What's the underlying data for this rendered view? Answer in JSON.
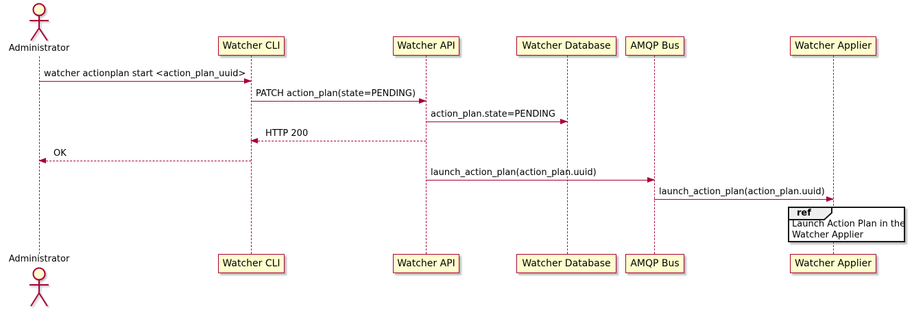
{
  "diagram_type": "plantuml-sequence",
  "colors": {
    "participant_fill": "#FEFECE",
    "participant_border": "#A80036",
    "arrow": "#A80036",
    "lifeline": "#A80036",
    "ref_tab_fill": "#EEEEEE",
    "ref_border": "#181818",
    "text": "#000000"
  },
  "actor": {
    "label": "Administrator"
  },
  "participants": [
    {
      "label": "Watcher CLI"
    },
    {
      "label": "Watcher API"
    },
    {
      "label": "Watcher Database"
    },
    {
      "label": "AMQP Bus"
    },
    {
      "label": "Watcher Applier"
    }
  ],
  "messages": [
    {
      "from": "Administrator",
      "to": "Watcher CLI",
      "style": "solid",
      "direction": "right",
      "label": "watcher actionplan start <action_plan_uuid>"
    },
    {
      "from": "Watcher CLI",
      "to": "Watcher API",
      "style": "solid",
      "direction": "right",
      "label": "PATCH action_plan(state=PENDING)"
    },
    {
      "from": "Watcher API",
      "to": "Watcher Database",
      "style": "solid",
      "direction": "right",
      "label": "action_plan.state=PENDING"
    },
    {
      "from": "Watcher API",
      "to": "Watcher CLI",
      "style": "dashed",
      "direction": "left",
      "label": "HTTP 200"
    },
    {
      "from": "Watcher CLI",
      "to": "Administrator",
      "style": "dashed",
      "direction": "left",
      "label": "OK"
    },
    {
      "from": "Watcher API",
      "to": "AMQP Bus",
      "style": "solid",
      "direction": "right",
      "label": "launch_action_plan(action_plan.uuid)"
    },
    {
      "from": "AMQP Bus",
      "to": "Watcher Applier",
      "style": "solid",
      "direction": "right",
      "label": "launch_action_plan(action_plan.uuid)"
    }
  ],
  "ref_fragment": {
    "tab_label": "ref",
    "line1": "Launch Action Plan in the",
    "line2": "Watcher Applier"
  }
}
